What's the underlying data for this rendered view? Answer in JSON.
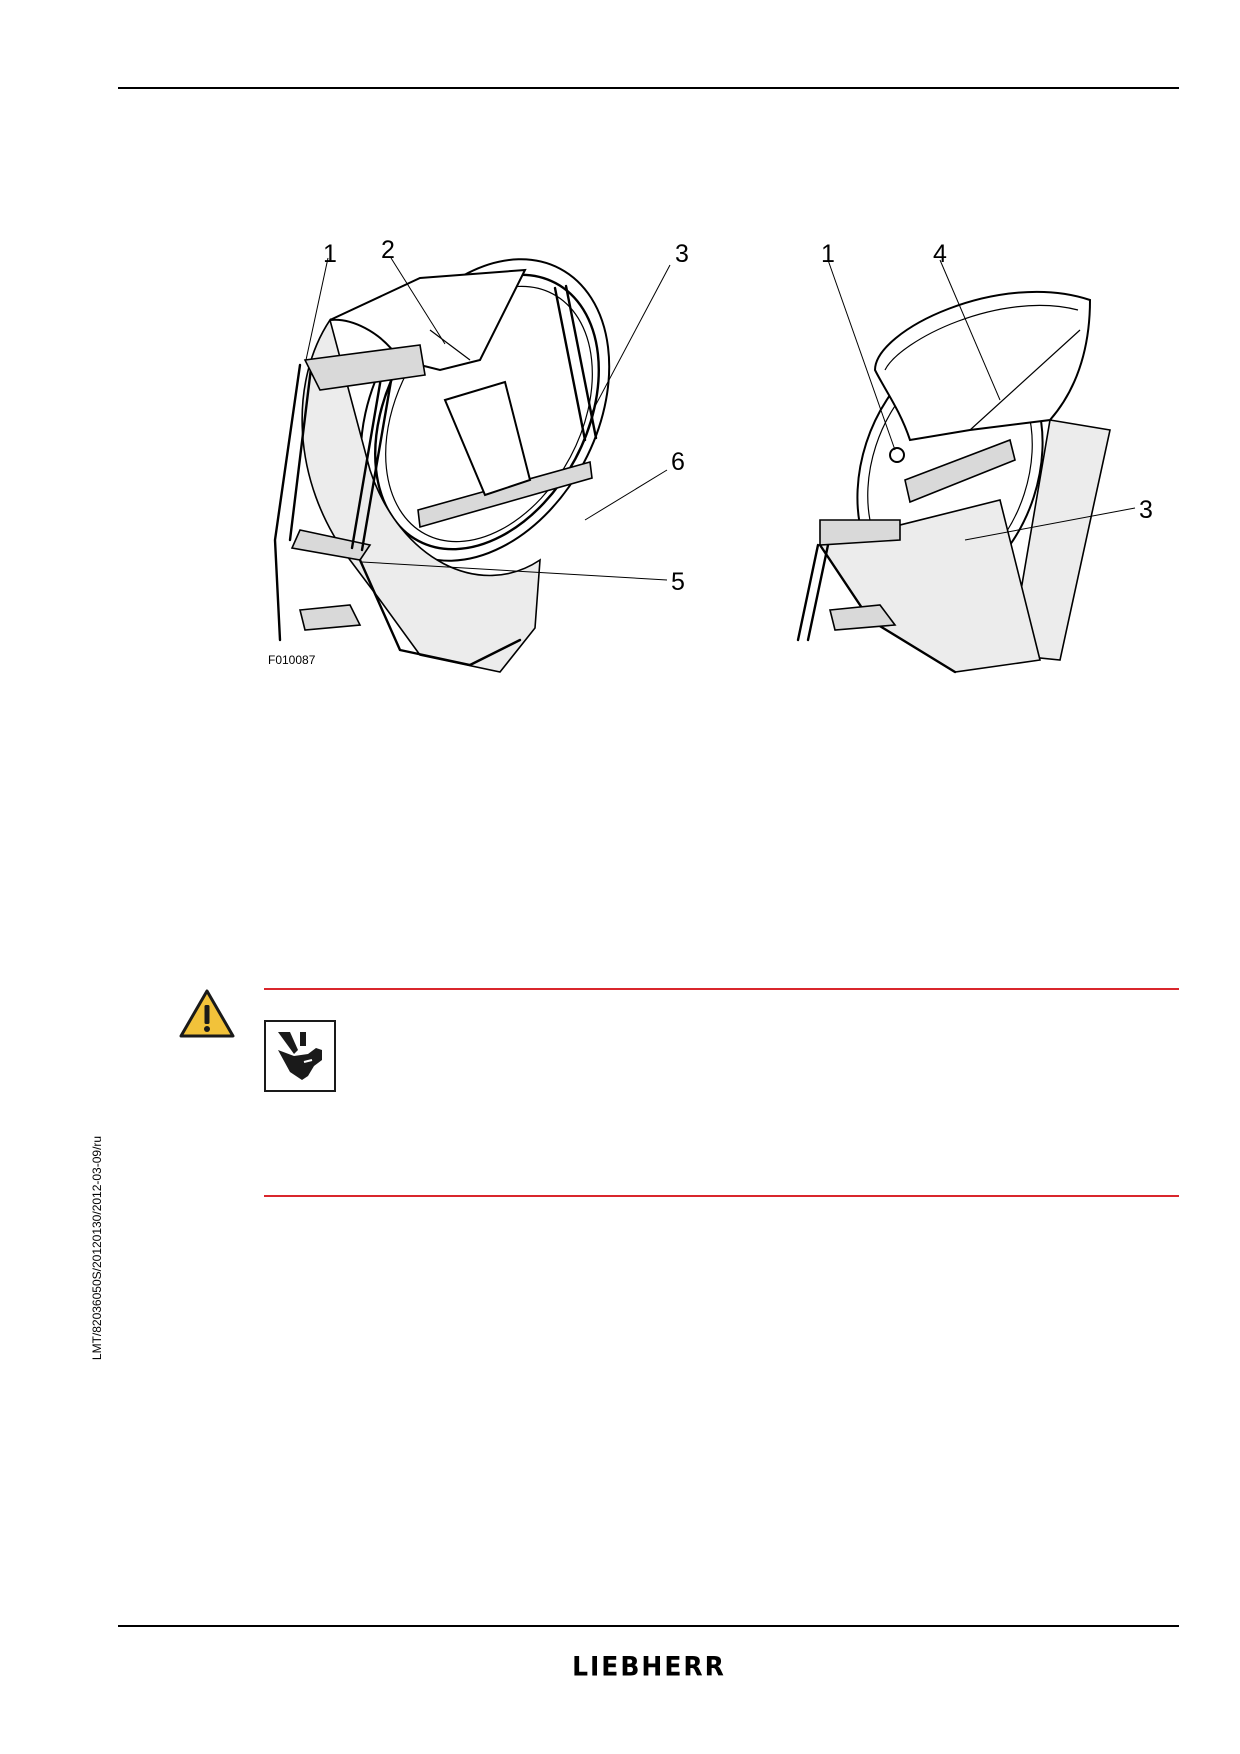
{
  "document": {
    "figure": {
      "code": "F010087",
      "left_view_callouts": [
        "1",
        "2",
        "3",
        "6",
        "5"
      ],
      "right_view_callouts": [
        "1",
        "4",
        "3"
      ]
    },
    "warning": {
      "icon": "warning-triangle-icon",
      "pictogram": "hand-crush-hazard-icon",
      "accent_color": "#d9262c"
    },
    "side_reference": "LMT/82036050S/20120130/2012-03-09/ru",
    "footer_logo": "LIEBHERR"
  }
}
